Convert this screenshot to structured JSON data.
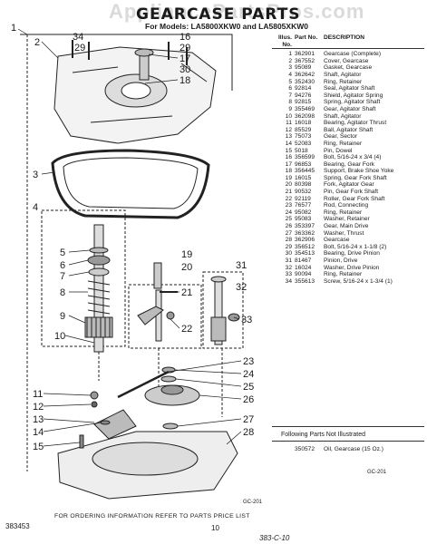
{
  "watermark": "AppliancePartsPros.com",
  "header": {
    "title": "GEARCASE PARTS",
    "subtitle": "For Models: LA5800XKW0 and LA5805XKW0"
  },
  "table": {
    "col_illus": "Illus. No.",
    "col_part": "Part No.",
    "col_desc": "DESCRIPTION",
    "rows": [
      {
        "no": "1",
        "part": "362901",
        "desc": "Gearcase (Complete)"
      },
      {
        "no": "2",
        "part": "367552",
        "desc": "Cover, Gearcase"
      },
      {
        "no": "3",
        "part": "95089",
        "desc": "Gasket, Gearcase"
      },
      {
        "no": "4",
        "part": "362642",
        "desc": "Shaft, Agitator"
      },
      {
        "no": "5",
        "part": "352430",
        "desc": "Ring, Retainer"
      },
      {
        "no": "6",
        "part": "92814",
        "desc": "Seal, Agitator Shaft"
      },
      {
        "no": "7",
        "part": "94276",
        "desc": "Shield, Agitator Spring"
      },
      {
        "no": "8",
        "part": "92815",
        "desc": "Spring, Agitator Shaft"
      },
      {
        "no": "9",
        "part": "355469",
        "desc": "Gear, Agitator Shaft"
      },
      {
        "no": "10",
        "part": "362098",
        "desc": "Shaft, Agitator"
      },
      {
        "no": "11",
        "part": "16018",
        "desc": "Bearing, Agitator Thrust"
      },
      {
        "no": "12",
        "part": "85529",
        "desc": "Ball, Agitator Shaft"
      },
      {
        "no": "13",
        "part": "75073",
        "desc": "Gear, Sector"
      },
      {
        "no": "14",
        "part": "52083",
        "desc": "Ring, Retainer"
      },
      {
        "no": "15",
        "part": "5018",
        "desc": "Pin, Dowel"
      },
      {
        "no": "16",
        "part": "356599",
        "desc": "Bolt, 5/16-24 x 3/4 (4)"
      },
      {
        "no": "17",
        "part": "96853",
        "desc": "Bearing, Gear Fork"
      },
      {
        "no": "18",
        "part": "356445",
        "desc": "Support, Brake Shoe Yoke"
      },
      {
        "no": "19",
        "part": "16015",
        "desc": "Spring, Gear Fork Shaft"
      },
      {
        "no": "20",
        "part": "80398",
        "desc": "Fork, Agitator Gear"
      },
      {
        "no": "21",
        "part": "90532",
        "desc": "Pin, Gear Fork Shaft"
      },
      {
        "no": "22",
        "part": "92119",
        "desc": "Roller, Gear Fork Shaft"
      },
      {
        "no": "23",
        "part": "76577",
        "desc": "Rod, Connecting"
      },
      {
        "no": "24",
        "part": "95082",
        "desc": "Ring, Retainer"
      },
      {
        "no": "25",
        "part": "95083",
        "desc": "Washer, Retainer"
      },
      {
        "no": "26",
        "part": "353397",
        "desc": "Gear, Main Drive"
      },
      {
        "no": "27",
        "part": "363362",
        "desc": "Washer, Thrust"
      },
      {
        "no": "28",
        "part": "362906",
        "desc": "Gearcase"
      },
      {
        "no": "29",
        "part": "356512",
        "desc": "Bolt, 5/16-24 x 1-1/8 (2)"
      },
      {
        "no": "30",
        "part": "354513",
        "desc": "Bearing, Drive Pinion"
      },
      {
        "no": "31",
        "part": "81467",
        "desc": "Pinion, Drive"
      },
      {
        "no": "32",
        "part": "16024",
        "desc": "Washer, Drive Pinion"
      },
      {
        "no": "33",
        "part": "90094",
        "desc": "Ring, Retainer"
      },
      {
        "no": "34",
        "part": "355613",
        "desc": "Screw, 5/16-24 x 1-3/4 (1)"
      }
    ]
  },
  "following": "Following Parts Not Illustrated",
  "extra_part": {
    "part": "350572",
    "desc": "Oil, Gearcase (15 Oz.)"
  },
  "gc_table": "GC-201",
  "gc_diagram": "GC-201",
  "footer": {
    "doc_number": "383453",
    "note": "FOR ORDERING INFORMATION REFER TO PARTS PRICE LIST",
    "page": "10",
    "handwritten": "383-C-10"
  },
  "callouts": {
    "c1": "1",
    "c2": "2",
    "c34": "34",
    "c29a": "29",
    "c16": "16",
    "c29b": "29",
    "c17": "17",
    "c30": "30",
    "c18": "18",
    "c3": "3",
    "c4": "4",
    "c5": "5",
    "c6": "6",
    "c7": "7",
    "c8": "8",
    "c9": "9",
    "c10": "10",
    "c19": "19",
    "c20": "20",
    "c21": "21",
    "c22": "22",
    "c31": "31",
    "c32": "32",
    "c33": "33",
    "c11": "11",
    "c12": "12",
    "c13": "13",
    "c14": "14",
    "c15": "15",
    "c23": "23",
    "c24": "24",
    "c25": "25",
    "c26": "26",
    "c27": "27",
    "c28": "28"
  }
}
